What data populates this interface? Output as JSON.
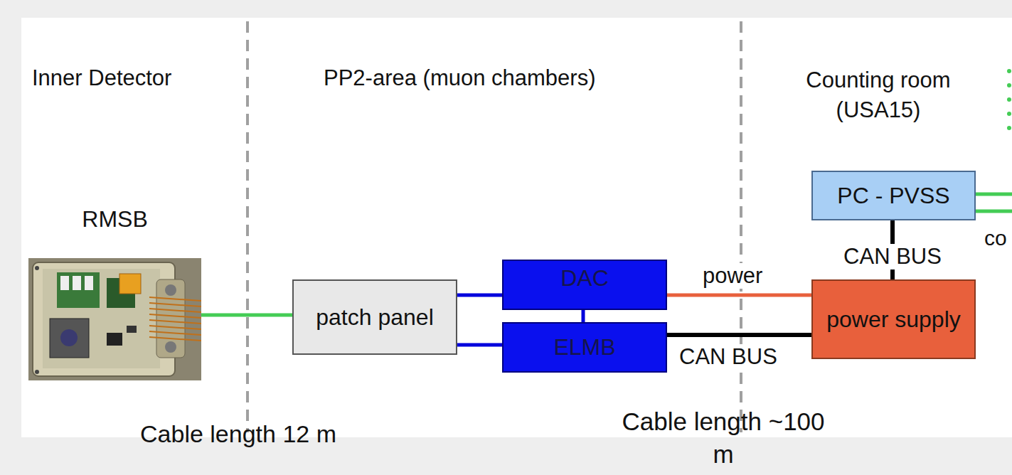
{
  "diagram": {
    "nodes": [
      {
        "text": [
          "RMSB"
        ]
      },
      {
        "text": [
          "patch panel"
        ]
      },
      {
        "text": [
          "DAC"
        ]
      },
      {
        "text": [
          "ELMB"
        ]
      },
      {
        "text": [
          "PC - PVSS"
        ]
      },
      {
        "text": [
          "power supply"
        ]
      }
    ],
    "edges": [
      {
        "from": 0,
        "to": 1,
        "arrow": "none"
      },
      {
        "from": 1,
        "to": 2,
        "arrow": "none"
      },
      {
        "from": 1,
        "to": 3,
        "arrow": "none"
      },
      {
        "from": 2,
        "to": 3,
        "arrow": "none"
      },
      {
        "from": 2,
        "to": 5,
        "label": "power",
        "arrow": "none"
      },
      {
        "from": 3,
        "to": 5,
        "label": "CAN BUS",
        "arrow": "none"
      },
      {
        "from": 4,
        "to": 5,
        "label": "CAN BUS",
        "arrow": "none"
      }
    ],
    "labels": [
      "Inner Detector",
      "PP2-area (muon chambers)",
      "Counting room (USA15)",
      "co",
      "Cable length 12 m",
      "Cable length ~100 m"
    ]
  }
}
